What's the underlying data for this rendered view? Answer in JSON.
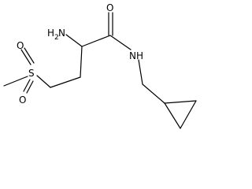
{
  "molecule": {
    "labels": {
      "amine_N": "H",
      "amine_sub": "2",
      "amine_tail": "N",
      "carbonyl_O": "O",
      "amide_NH": "NH",
      "sulfonyl_S": "S",
      "sulfonyl_O1": "O",
      "sulfonyl_O2": "O"
    },
    "color": "#000000"
  }
}
